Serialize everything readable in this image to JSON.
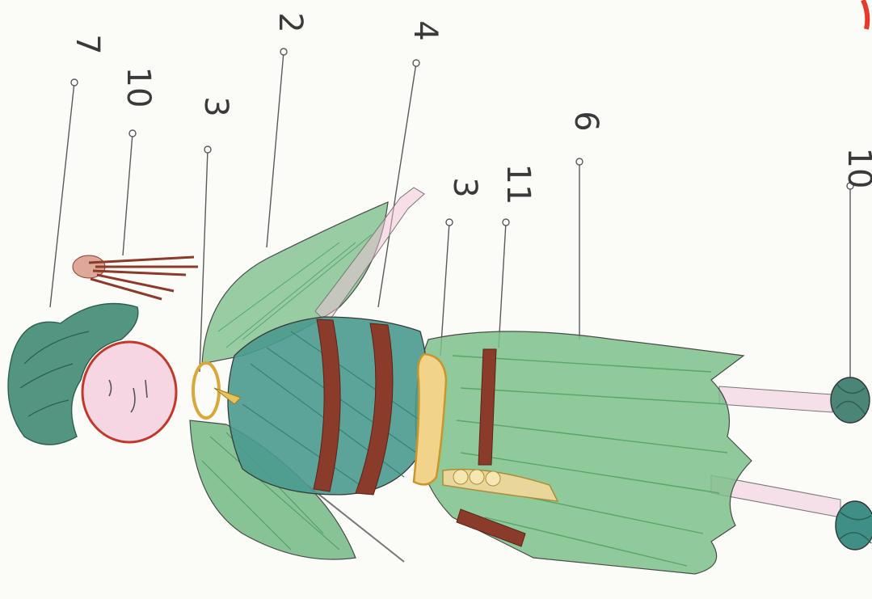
{
  "callout_labels": {
    "label_7": "7",
    "label_10a": "10",
    "label_3a": "3",
    "label_2": "2",
    "label_4": "4",
    "label_3b": "3",
    "label_11": "11",
    "label_6": "6",
    "label_10b": "10"
  },
  "colors": {
    "hair": "#3f8a72",
    "dress_green": "#5cae78",
    "bodice_teal": "#3f8f86",
    "belt_brown": "#8a3b2a",
    "gold": "#d9a83a",
    "skin_pink": "#f3c2d6",
    "pencil": "#4a4a4a",
    "mark_red": "#e53a2a"
  }
}
